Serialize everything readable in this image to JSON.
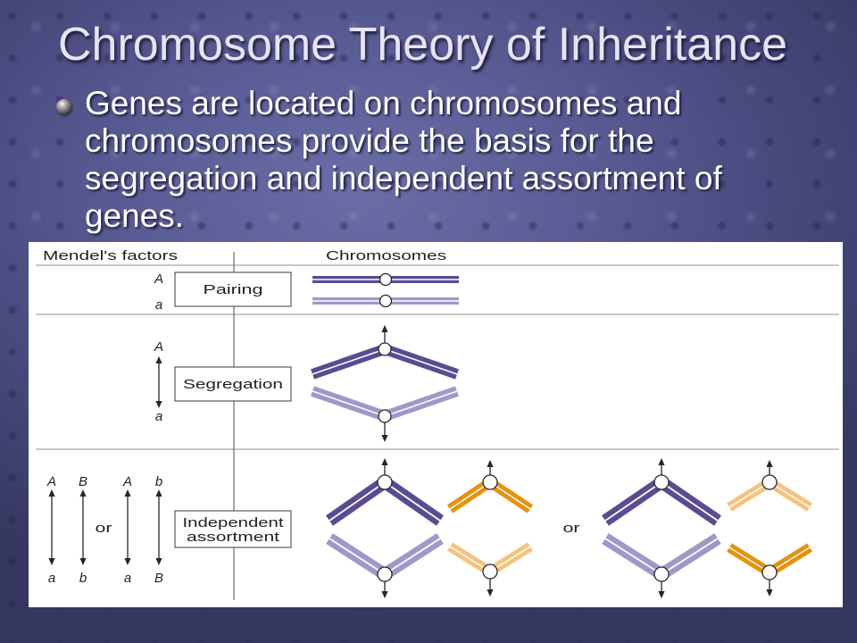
{
  "slide": {
    "title": "Chromosome Theory of Inheritance",
    "bullet": {
      "icon": "sphere-bullet-icon",
      "lines": [
        "Genes are located on chromosomes and",
        "chromosomes provide the basis for the",
        "segregation and independent assortment of",
        "genes."
      ]
    }
  },
  "figure": {
    "headers": {
      "factors": "Mendel's factors",
      "chromosomes": "Chromosomes"
    },
    "rows": {
      "pairing": {
        "label": "Pairing",
        "factor_top": "A",
        "factor_bottom": "a"
      },
      "segregation": {
        "label": "Segregation",
        "factor_top": "A",
        "factor_bottom": "a"
      },
      "independent_assortment": {
        "label_lines": [
          "Independent",
          "assortment"
        ],
        "factors_top": [
          "A",
          "B",
          "A",
          "b"
        ],
        "factors_bottom": [
          "a",
          "b",
          "a",
          "B"
        ],
        "connectors": [
          "or",
          "or"
        ]
      }
    }
  },
  "colors": {
    "background": "#4f5189",
    "title_text": "#e6e3f4",
    "body_text": "#ffffff",
    "chromosome_dark_purple": "#5b4b93",
    "chromosome_light_purple": "#a197ca",
    "chromosome_dark_orange": "#e6920c",
    "chromosome_light_orange": "#f5c37f"
  }
}
